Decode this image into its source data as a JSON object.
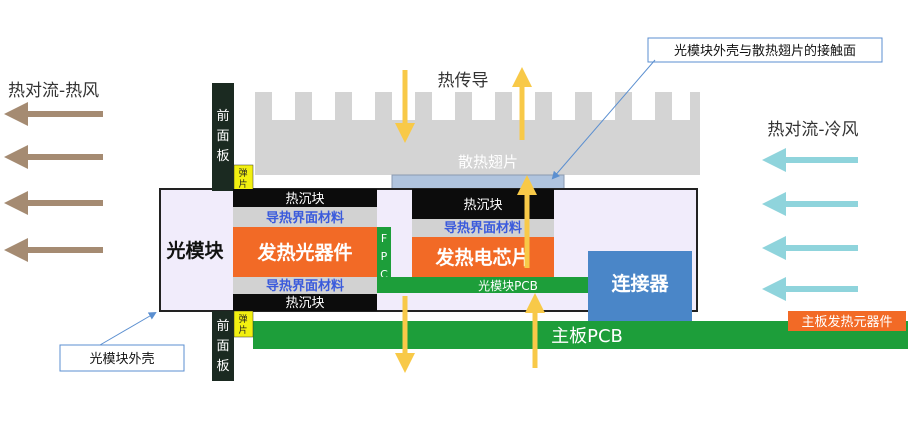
{
  "labels": {
    "hot_air": "热对流-热风",
    "cold_air": "热对流-冷风",
    "conduction": "热传导",
    "heatsink": "散热翅片",
    "contact_surface": "光模块外壳与散热翅片的接触面",
    "module_shell": "光模块外壳",
    "module": "光模块",
    "front_panel_top": "前面板",
    "front_panel_bottom": "前面板",
    "spring_top": "弹片",
    "spring_bottom": "弹片",
    "heat_sink_block_top_left": "热沉块",
    "heat_sink_block_bottom_left": "热沉块",
    "heat_sink_block_chip": "热沉块",
    "tim_top_left": "导热界面材料",
    "tim_bottom_left": "导热界面材料",
    "tim_chip": "导热界面材料",
    "optical_device": "发热光器件",
    "chip": "发热电芯片",
    "fpc": "FPC",
    "module_pcb": "光模块PCB",
    "connector": "连接器",
    "main_pcb": "主板PCB",
    "board_component": "主板发热元器件"
  },
  "colors": {
    "hot_arrow": "#a58b72",
    "cold_arrow": "#8fd4dc",
    "heat_arrow": "#f8c948",
    "heatsink": "#d4d4d4",
    "shell_fill": "#f1ecfb",
    "panel": "#1b2a21",
    "spring": "#f2f010",
    "heat_block": "#0c0c0c",
    "tim": "#d2d2d2",
    "tim_text": "#3b5bdc",
    "heat_source": "#f26a26",
    "pcb": "#1d9e3a",
    "connector": "#4a86c8",
    "board_component": "#f26a26",
    "contact_surface": "#b0c4de"
  }
}
